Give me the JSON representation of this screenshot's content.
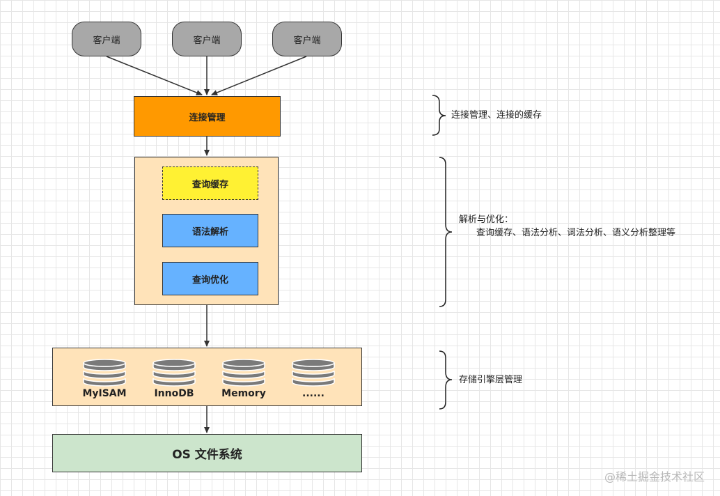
{
  "clients": [
    "客户端",
    "客户端",
    "客户端"
  ],
  "connection": "连接管理",
  "parse_steps": {
    "cache": "查询缓存",
    "syntax": "语法解析",
    "optimize": "查询优化"
  },
  "engines": [
    "MyISAM",
    "InnoDB",
    "Memory",
    "......"
  ],
  "os_layer": "OS 文件系统",
  "notes": {
    "connection": "连接管理、连接的缓存",
    "parse_title": "解析与优化：",
    "parse_detail": "查询缓存、语法分析、词法分析、语义分析整理等",
    "storage": "存储引擎层管理"
  },
  "watermark": "@稀土掘金技术社区",
  "colors": {
    "client": "#a8a8a8",
    "connection": "#ff9900",
    "parse_container": "#ffe3b9",
    "cache": "#fff133",
    "step": "#66b2ff",
    "os": "#cce5cc",
    "disk": "#7a7a7a"
  },
  "icons": {
    "engine": "database-icon"
  }
}
